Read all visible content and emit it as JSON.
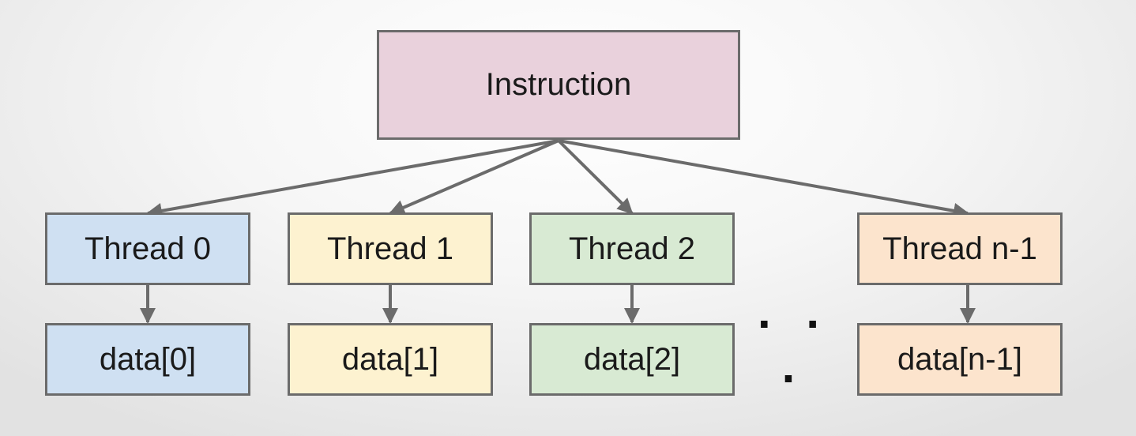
{
  "colors": {
    "instruction": "#e9d1dc",
    "thread_0": "#cfe0f2",
    "thread_1": "#fdf2d0",
    "thread_2": "#d8ead3",
    "thread_n": "#fce4cd",
    "border": "#6b6b6b",
    "arrow": "#6b6b6b"
  },
  "instruction": {
    "label": "Instruction"
  },
  "threads": [
    {
      "label": "Thread 0",
      "data_label": "data[0]"
    },
    {
      "label": "Thread 1",
      "data_label": "data[1]"
    },
    {
      "label": "Thread 2",
      "data_label": "data[2]"
    },
    {
      "label": "Thread n-1",
      "data_label": "data[n-1]"
    }
  ],
  "ellipsis": ". . ."
}
